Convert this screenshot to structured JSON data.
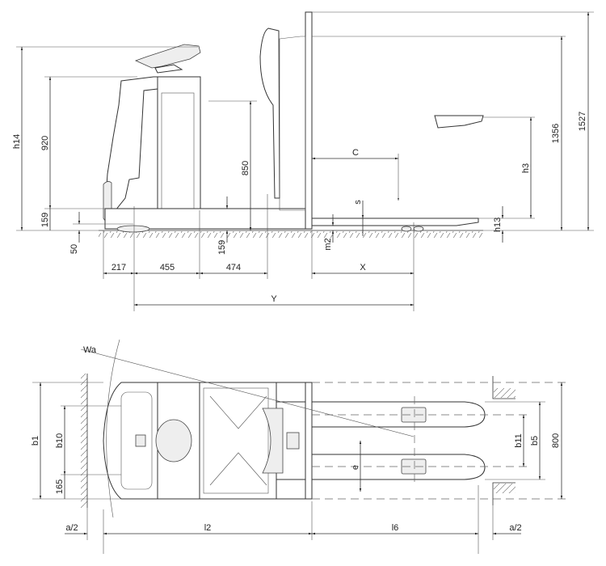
{
  "side_view": {
    "dims": {
      "h14": "h14",
      "d920": "920",
      "d159_left": "159",
      "d50": "50",
      "d850": "850",
      "d159_mid": "159",
      "d217": "217",
      "d455": "455",
      "d474": "474",
      "Y": "Y",
      "X": "X",
      "C": "C",
      "s": "s",
      "m2": "m2",
      "h13": "h13",
      "h3": "h3",
      "d1356": "1356",
      "d1527": "1527"
    }
  },
  "top_view": {
    "dims": {
      "Wa": "Wa",
      "b1": "b1",
      "b10": "b10",
      "d165": "165",
      "a2_left": "a/2",
      "l2": "l2",
      "l6": "l6",
      "a2_right": "a/2",
      "b11": "b11",
      "b5": "b5",
      "d800": "800",
      "e": "e"
    }
  }
}
